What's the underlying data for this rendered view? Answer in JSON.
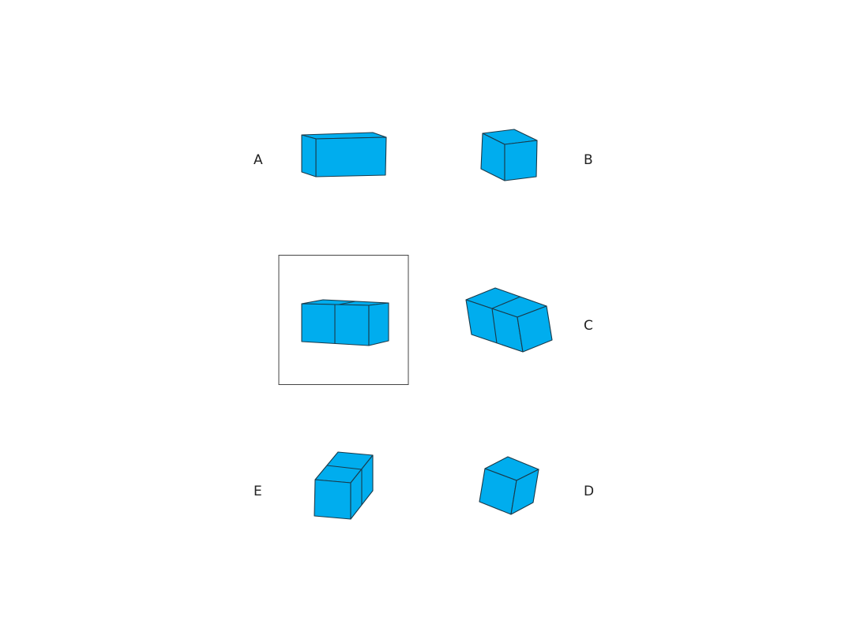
{
  "colors": {
    "face": "#00adee",
    "edge": "#1a3a4a",
    "frame": "#444444",
    "label": "#222222"
  },
  "reference": {
    "description_shape": "two-cube-block",
    "framed": true
  },
  "options": [
    {
      "id": "A",
      "label": "A",
      "shape": "single-prism-wide"
    },
    {
      "id": "B",
      "label": "B",
      "shape": "single-cube"
    },
    {
      "id": "C",
      "label": "C",
      "shape": "two-cube-block-tilted"
    },
    {
      "id": "D",
      "label": "D",
      "shape": "single-cube-tilted"
    },
    {
      "id": "E",
      "label": "E",
      "shape": "two-cube-block-stacked"
    }
  ]
}
